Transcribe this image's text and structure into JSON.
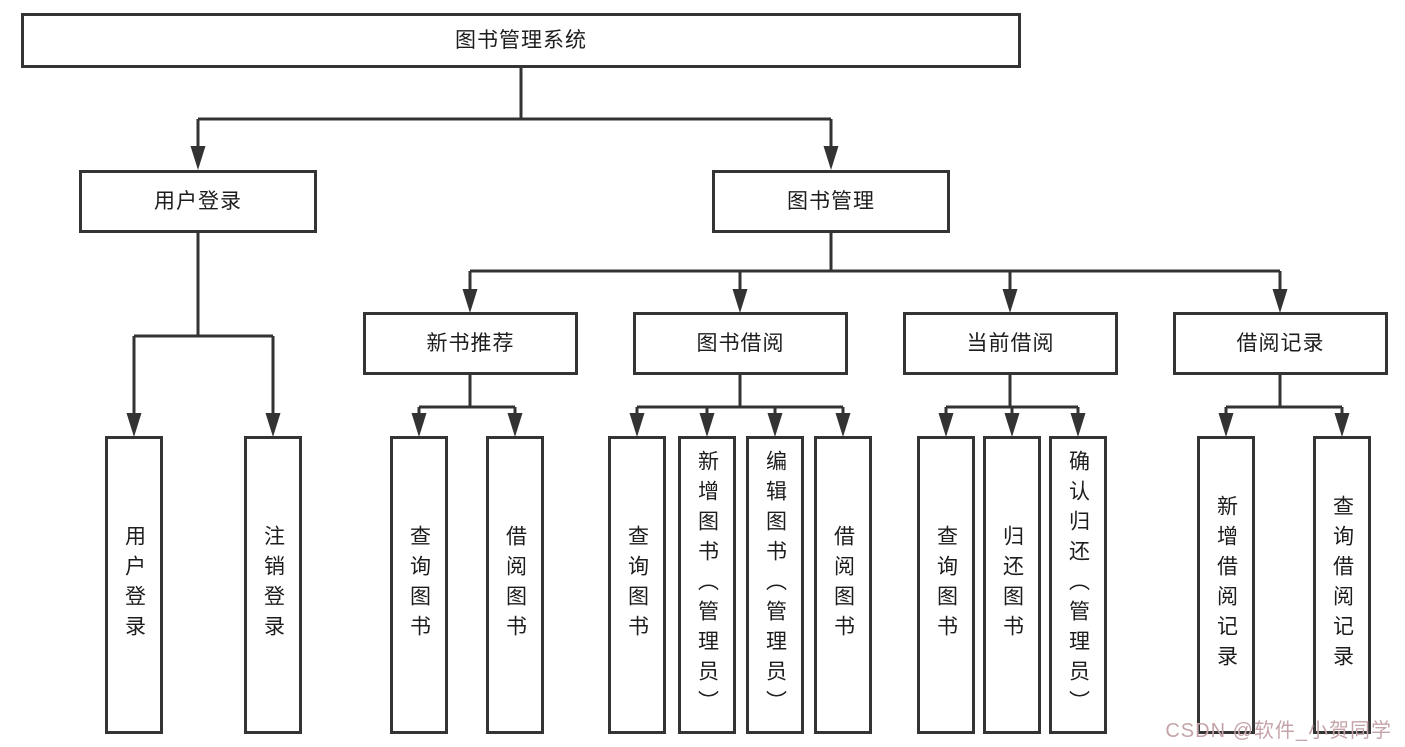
{
  "nodes": {
    "root": "图书管理系统",
    "login": "用户登录",
    "manage": "图书管理",
    "newbook": "新书推荐",
    "borrow": "图书借阅",
    "current": "当前借阅",
    "records": "借阅记录"
  },
  "leaves": {
    "login": [
      "用户登录",
      "注销登录"
    ],
    "newbook": [
      "查询图书",
      "借阅图书"
    ],
    "borrow": [
      "查询图书",
      "新增图书（管理员）",
      "编辑图书（管理员）",
      "借阅图书"
    ],
    "current": [
      "查询图书",
      "归还图书",
      "确认归还（管理员）"
    ],
    "records": [
      "新增借阅记录",
      "查询借阅记录"
    ]
  },
  "watermark": "CSDN @软件_小贺同学",
  "colors": {
    "line": "#333333",
    "border": "#343434",
    "text": "#1d1d1d",
    "watermark": "#c4a4a8"
  }
}
